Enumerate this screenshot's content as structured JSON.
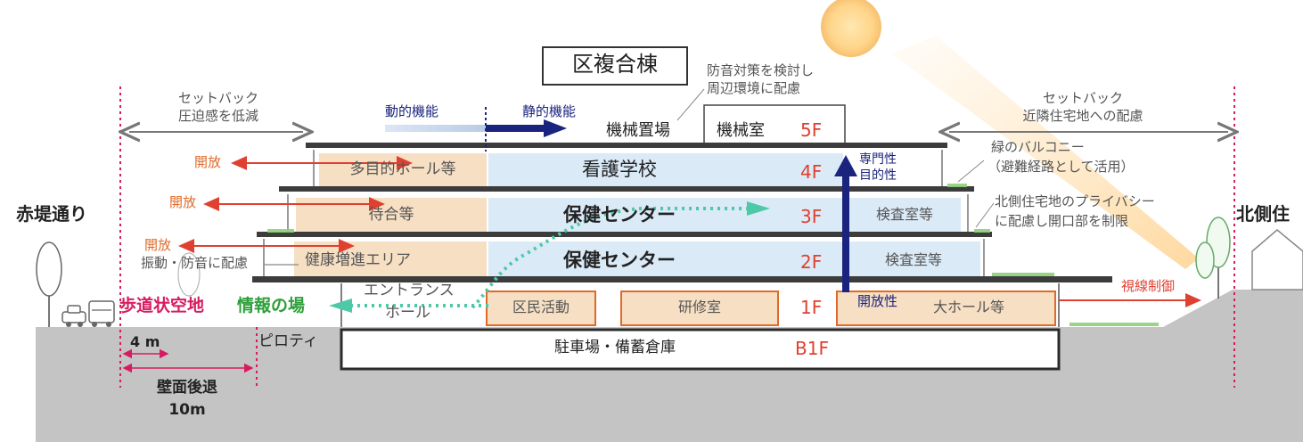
{
  "street_left": "赤堤通り",
  "street_right": "北側住",
  "building_title": "区複合棟",
  "noise_note": [
    "防音対策を検討し",
    "周辺環境に配慮"
  ],
  "setback_left": [
    "セットバック",
    "圧迫感を低減"
  ],
  "setback_right": [
    "セットバック",
    "近隣住宅地への配慮"
  ],
  "dynamic_function": "動的機能",
  "static_function": "静的機能",
  "floors": {
    "f5": {
      "label": "5F",
      "left": "機械置場",
      "center": "機械室"
    },
    "f4": {
      "label": "4F",
      "left": "多目的ホール等",
      "center": "看護学校"
    },
    "f3": {
      "label": "3F",
      "left": "待合等",
      "center": "保健センター",
      "right": "検査室等"
    },
    "f2": {
      "label": "2F",
      "left": "健康増進エリア",
      "center": "保健センター",
      "right": "検査室等"
    },
    "f1": {
      "label": "1F",
      "entrance": [
        "エントランス",
        "ホール"
      ],
      "room1": "区民活動",
      "room2": "研修室",
      "room3": "大ホール等"
    },
    "b1": {
      "label": "B1F",
      "center": "駐車場・備蓄倉庫"
    }
  },
  "open_label": "開放",
  "vibration_note": "振動・防音に配慮",
  "specialty": [
    "専門性",
    "目的性"
  ],
  "openness": "開放性",
  "green_balcony": [
    "緑のバルコニー",
    "（避難経路として活用）"
  ],
  "privacy_note": [
    "北側住宅地のプライバシー",
    "に配慮し開口部を制限"
  ],
  "sight_control": "視線制御",
  "sidewalk": "歩道状空地",
  "info_place": "情報の場",
  "piloti": "ピロティ",
  "dim_4m": "4 m",
  "wall_setback": [
    "壁面後退",
    "10m"
  ],
  "colors": {
    "red": "#e04030",
    "orange": "#e06a2a",
    "navy": "#1a237e",
    "teal": "#4ec9a8",
    "green": "#2e9e3a",
    "magenta": "#d81b60",
    "beige": "#f6dfc3",
    "lightblue": "#dbeaf7",
    "ground": "#bdbdbd"
  }
}
